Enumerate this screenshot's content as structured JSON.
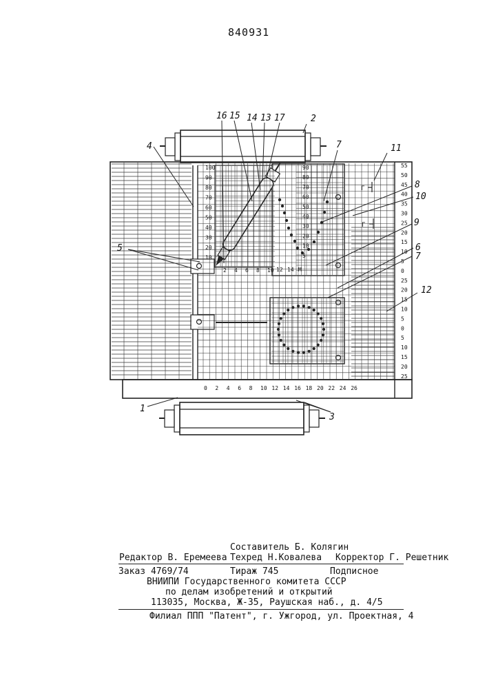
{
  "patent_number": "840931",
  "figure": {
    "callouts": [
      "16",
      "15",
      "14",
      "13",
      "17",
      "2",
      "4",
      "7",
      "11",
      "8",
      "10",
      "9",
      "5",
      "6",
      "7",
      "12",
      "1",
      "3"
    ],
    "scale_left": [
      "100",
      "90",
      "80",
      "70",
      "60",
      "50",
      "40",
      "30",
      "20",
      "10"
    ],
    "scale_left_bottom": [
      "2",
      "4",
      "6",
      "8",
      "10"
    ],
    "scale_upper_inset": [
      "90",
      "80",
      "70",
      "60",
      "50",
      "40",
      "30",
      "20",
      "10",
      "5"
    ],
    "scale_upper_inset_bottom": [
      "12",
      "14",
      "M"
    ],
    "scale_right": [
      "55",
      "50",
      "45",
      "40",
      "35",
      "30",
      "25",
      "20",
      "15",
      "10",
      "5",
      "0",
      "25",
      "20",
      "15",
      "10",
      "5",
      "0",
      "5",
      "10",
      "15",
      "20",
      "25"
    ],
    "scale_bottom": [
      "0",
      "2",
      "4",
      "6",
      "8",
      "10",
      "12",
      "14",
      "16",
      "18",
      "20",
      "22",
      "24",
      "26"
    ],
    "section_mark": "Г"
  },
  "colophon": {
    "compiler": "Составитель Б. Колягин",
    "editor": "Редактор В. Еремеева",
    "techred": "Техред Н.Ковалева",
    "corrector": "Корректор Г. Решетник",
    "order": "Заказ 4769/74",
    "circulation": "Тираж 745",
    "subscription": "Подписное",
    "org_line1": "ВНИИПИ Государственного комитета СССР",
    "org_line2": "по делам изобретений и открытий",
    "address": "113035, Москва, Ж-35, Раушская наб., д. 4/5",
    "branch": "Филиал ППП \"Патент\", г. Ужгород, ул. Проектная, 4"
  }
}
